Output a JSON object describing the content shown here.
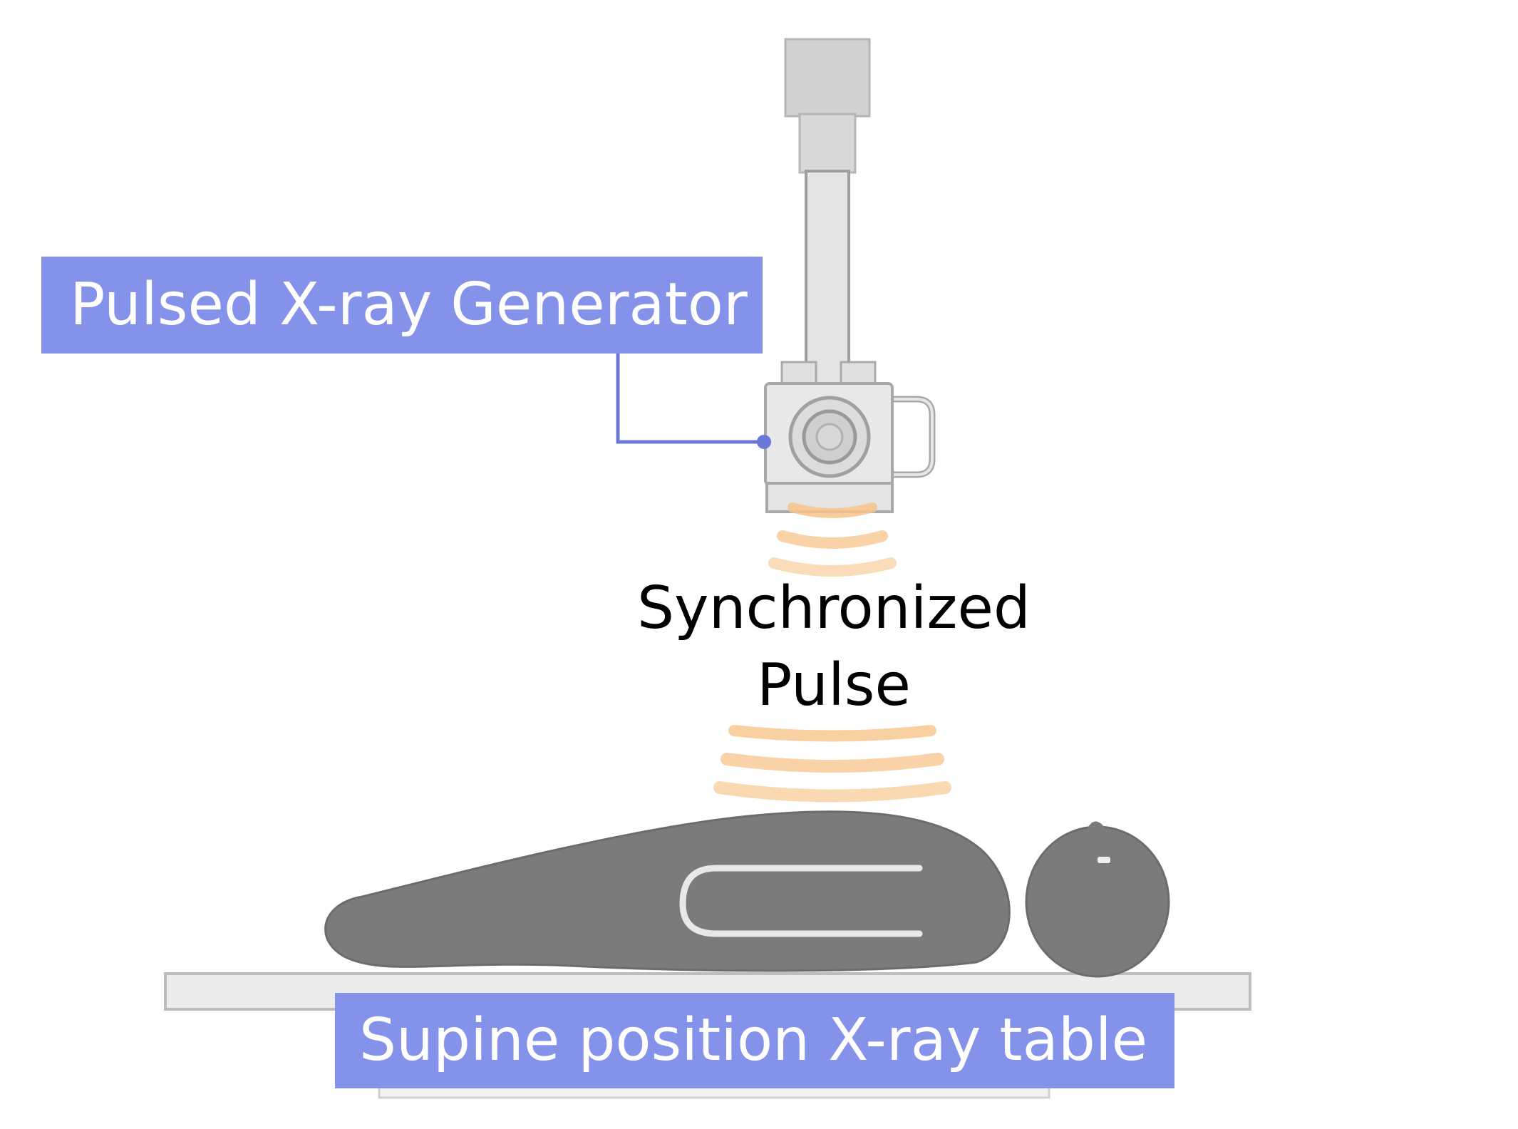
{
  "labels": {
    "generator": "Pulsed X-ray Generator",
    "pulse_line1": "Synchronized",
    "pulse_line2": "Pulse",
    "table": "Supine position X-ray table"
  },
  "colors": {
    "label_bg": "#8592ea",
    "connector": "#6a78d8",
    "device_gray": "#d9d9d9",
    "device_outline": "#a8a8a8",
    "body_gray": "#7b7b7b",
    "pulse_orange": "#f7c489",
    "table_fill": "#ececec",
    "table_outline": "#bdbdbd"
  }
}
